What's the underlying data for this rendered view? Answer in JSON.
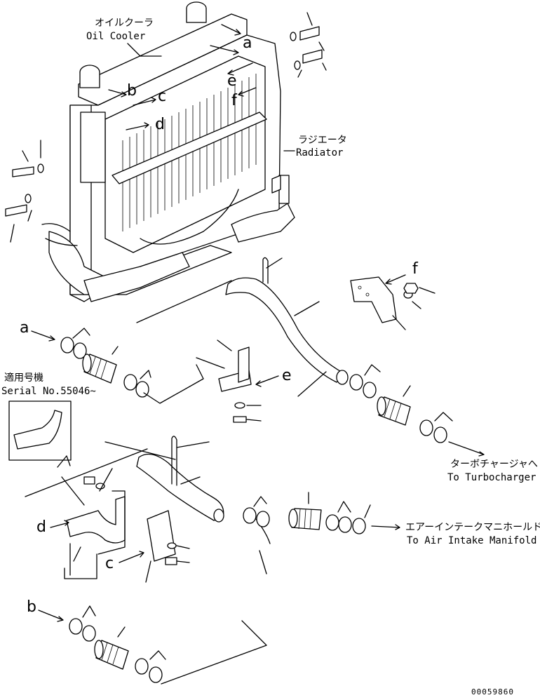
{
  "labels": {
    "oil_cooler_jp": "オイルクーラ",
    "oil_cooler_en": "Oil Cooler",
    "radiator_jp": "ラジエータ",
    "radiator_en": "Radiator",
    "serial_jp": "適用号機",
    "serial_en": "Serial No.55046~",
    "turbo_jp": "ターボチャージャへ",
    "turbo_en": "To Turbocharger",
    "intake_jp": "エアーインテークマニホールドへ",
    "intake_en": "To Air Intake Manifold",
    "drawing_no": "00059860"
  },
  "callouts": {
    "a": "a",
    "b": "b",
    "c": "c",
    "d": "d",
    "e": "e",
    "f": "f"
  }
}
